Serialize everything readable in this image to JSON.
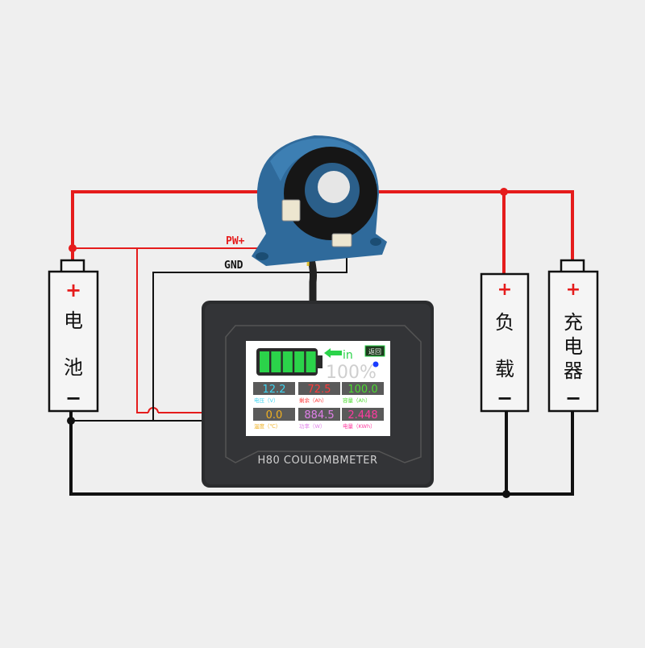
{
  "labels": {
    "pw_plus": "PW+",
    "gnd": "GND"
  },
  "battery": {
    "plus": "+",
    "minus": "−",
    "chars": [
      "电",
      "池"
    ]
  },
  "load": {
    "plus": "+",
    "minus": "−",
    "chars": [
      "负",
      "载"
    ]
  },
  "charger": {
    "plus": "+",
    "minus": "−",
    "chars": [
      "充",
      "电",
      "器"
    ]
  },
  "meter": {
    "model": "H80 COULOMBMETER",
    "screen": {
      "direction_text": "in",
      "percent": "100%",
      "back_button": "返回",
      "battery_level": 1.0,
      "readings": [
        {
          "value": "12.2",
          "label": "电压（V）",
          "value_color": "#3fd3f0",
          "label_color": "#3fd3f0"
        },
        {
          "value": "72.5",
          "label": "剩余（Ah）",
          "value_color": "#ff3a3a",
          "label_color": "#ff3a3a"
        },
        {
          "value": "100.0",
          "label": "容量（Ah）",
          "value_color": "#4bdc2f",
          "label_color": "#4bdc2f"
        },
        {
          "value": "0.0",
          "label": "温度（℃）",
          "value_color": "#f0b020",
          "label_color": "#f0b020"
        },
        {
          "value": "884.5",
          "label": "功率（W）",
          "value_color": "#e080e8",
          "label_color": "#e080e8"
        },
        {
          "value": "2.448",
          "label": "电量（KWh）",
          "value_color": "#ff3aa0",
          "label_color": "#ff3aa0"
        }
      ]
    }
  },
  "colors": {
    "positive_wire": "#e51c1c",
    "negative_wire": "#111111",
    "sensor_blue": "#2f6a9b",
    "screen_bg": "#ffffff"
  }
}
